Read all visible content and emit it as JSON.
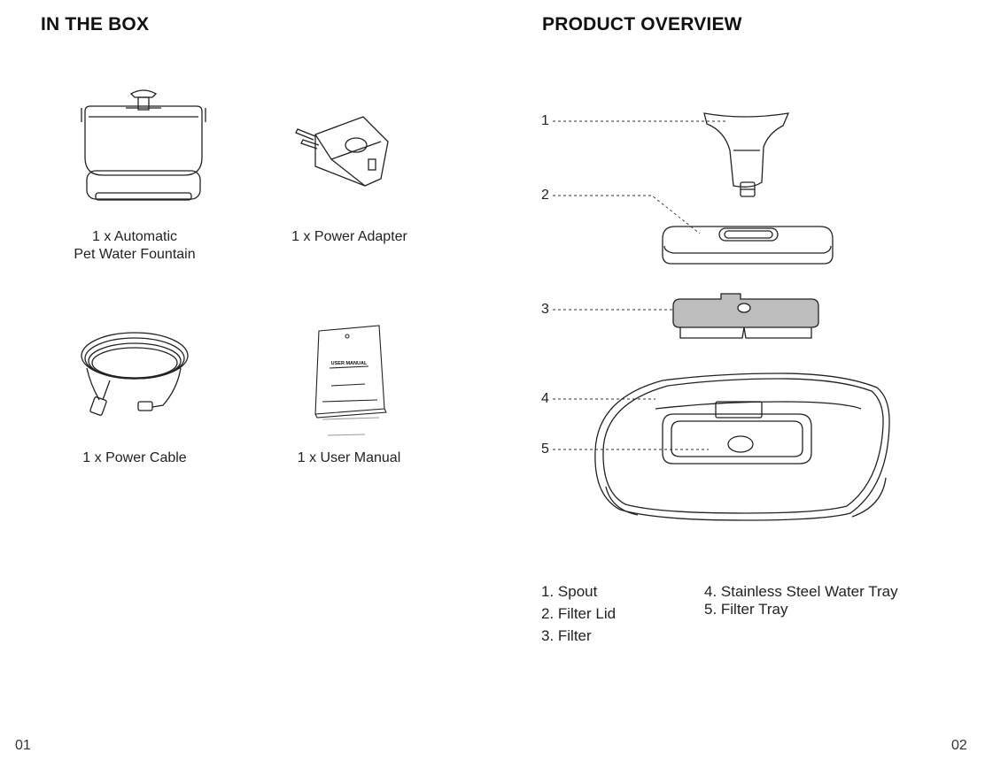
{
  "left_page": {
    "heading": "IN THE BOX",
    "items": [
      {
        "caption_lines": [
          "1 x Automatic",
          "Pet Water Fountain"
        ],
        "icon": "water-fountain-icon"
      },
      {
        "caption_lines": [
          "1 x Power Adapter"
        ],
        "icon": "power-adapter-icon"
      },
      {
        "caption_lines": [
          "1 x Power Cable"
        ],
        "icon": "power-cable-icon"
      },
      {
        "caption_lines": [
          "1 x User Manual"
        ],
        "icon": "user-manual-icon"
      }
    ],
    "manual_cover_title": "USER MANUAL",
    "page_number": "01"
  },
  "right_page": {
    "heading": "PRODUCT OVERVIEW",
    "callouts": [
      "1",
      "2",
      "3",
      "4",
      "5"
    ],
    "legend": [
      "1. Spout",
      "2. Filter Lid",
      "3. Filter",
      "4. Stainless Steel Water Tray",
      "5. Filter Tray"
    ],
    "page_number": "02"
  },
  "colors": {
    "text": "#1a1a1a",
    "line": "#222222",
    "filter_fill": "#bdbdbd"
  }
}
